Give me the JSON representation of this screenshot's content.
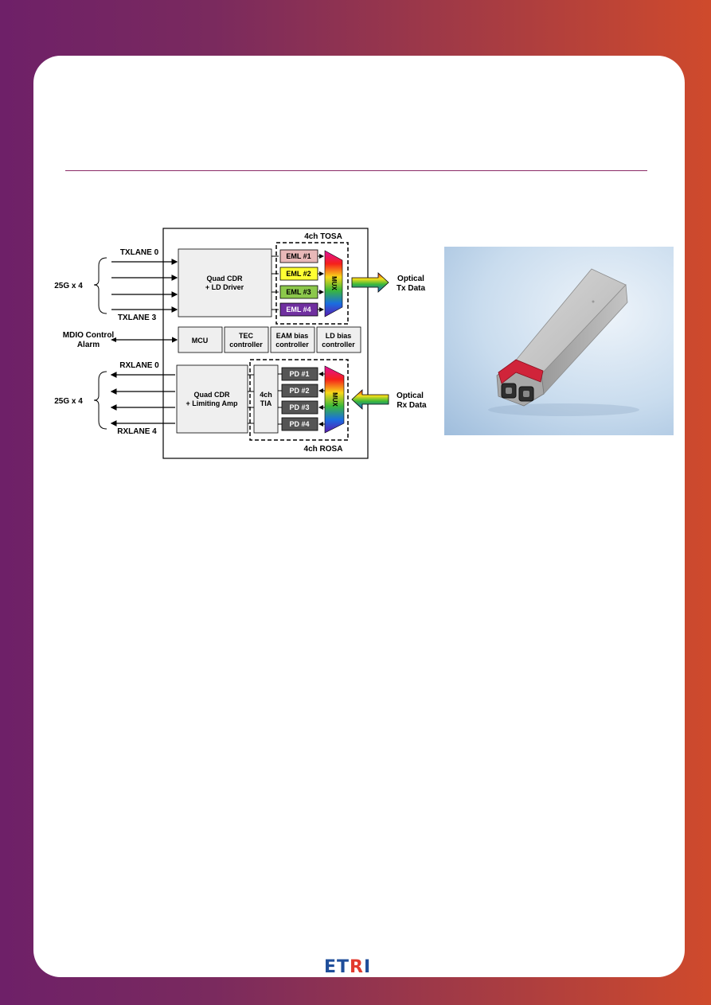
{
  "diagram": {
    "tosa_label": "4ch TOSA",
    "rosa_label": "4ch ROSA",
    "tx_top_label": "TXLANE 0",
    "tx_bottom_label": "TXLANE 3",
    "rx_top_label": "RXLANE 0",
    "rx_bottom_label": "RXLANE 4",
    "tx_group_label": "25G x 4",
    "rx_group_label": "25G x 4",
    "mdio_label_line1": "MDIO Control",
    "mdio_label_line2": "Alarm",
    "tx_cdr_line1": "Quad CDR",
    "tx_cdr_line2": "+ LD Driver",
    "rx_cdr_line1": "Quad CDR",
    "rx_cdr_line2": "+ Limiting Amp",
    "tia_line1": "4ch",
    "tia_line2": "TIA",
    "mcu": "MCU",
    "tec_line1": "TEC",
    "tec_line2": "controller",
    "eam_line1": "EAM bias",
    "eam_line2": "controller",
    "ld_line1": "LD bias",
    "ld_line2": "controller",
    "eml": [
      "EML #1",
      "EML #2",
      "EML #3",
      "EML #4"
    ],
    "pd": [
      "PD #1",
      "PD #2",
      "PD #3",
      "PD #4"
    ],
    "tx_mux": "MUX",
    "rx_mux": "MUX",
    "optical_tx_line1": "Optical",
    "optical_tx_line2": "Tx Data",
    "optical_rx_line1": "Optical",
    "optical_rx_line2": "Rx Data"
  },
  "colors": {
    "eml1": "#e8b8b8",
    "eml2": "#ffff33",
    "eml3": "#8cc84b",
    "eml4": "#7030a0",
    "pd": "#555555",
    "accent_line": "#8a2a66"
  },
  "logo": {
    "part1": "ET",
    "part2": "R",
    "part3": "I"
  }
}
